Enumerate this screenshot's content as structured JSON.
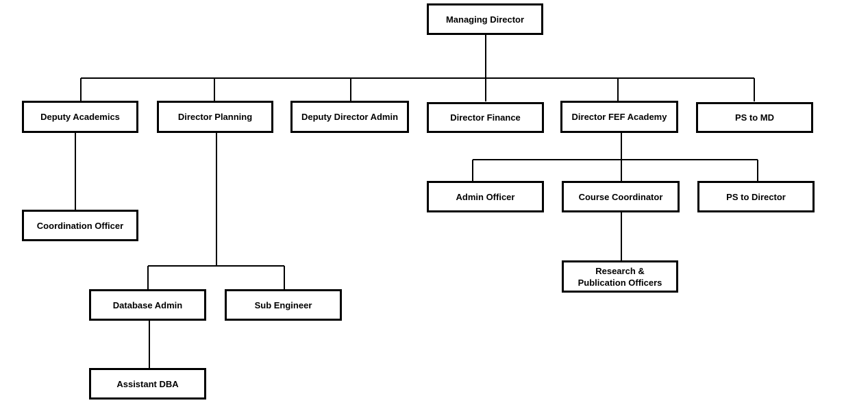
{
  "org_chart": {
    "managing_director": "Managing Director",
    "deputy_academics": "Deputy Academics",
    "director_planning": "Director Planning",
    "deputy_director_admin": "Deputy Director Admin",
    "director_finance": "Director Finance",
    "director_fef_academy": "Director FEF Academy",
    "ps_to_md": "PS to MD",
    "coordination_officer": "Coordination Officer",
    "admin_officer": "Admin Officer",
    "course_coordinator": "Course Coordinator",
    "ps_to_director": "PS to Director",
    "research_publication_officers": "Research & Publication Officers",
    "database_admin": "Database Admin",
    "sub_engineer": "Sub Engineer",
    "assistant_dba": "Assistant DBA"
  }
}
